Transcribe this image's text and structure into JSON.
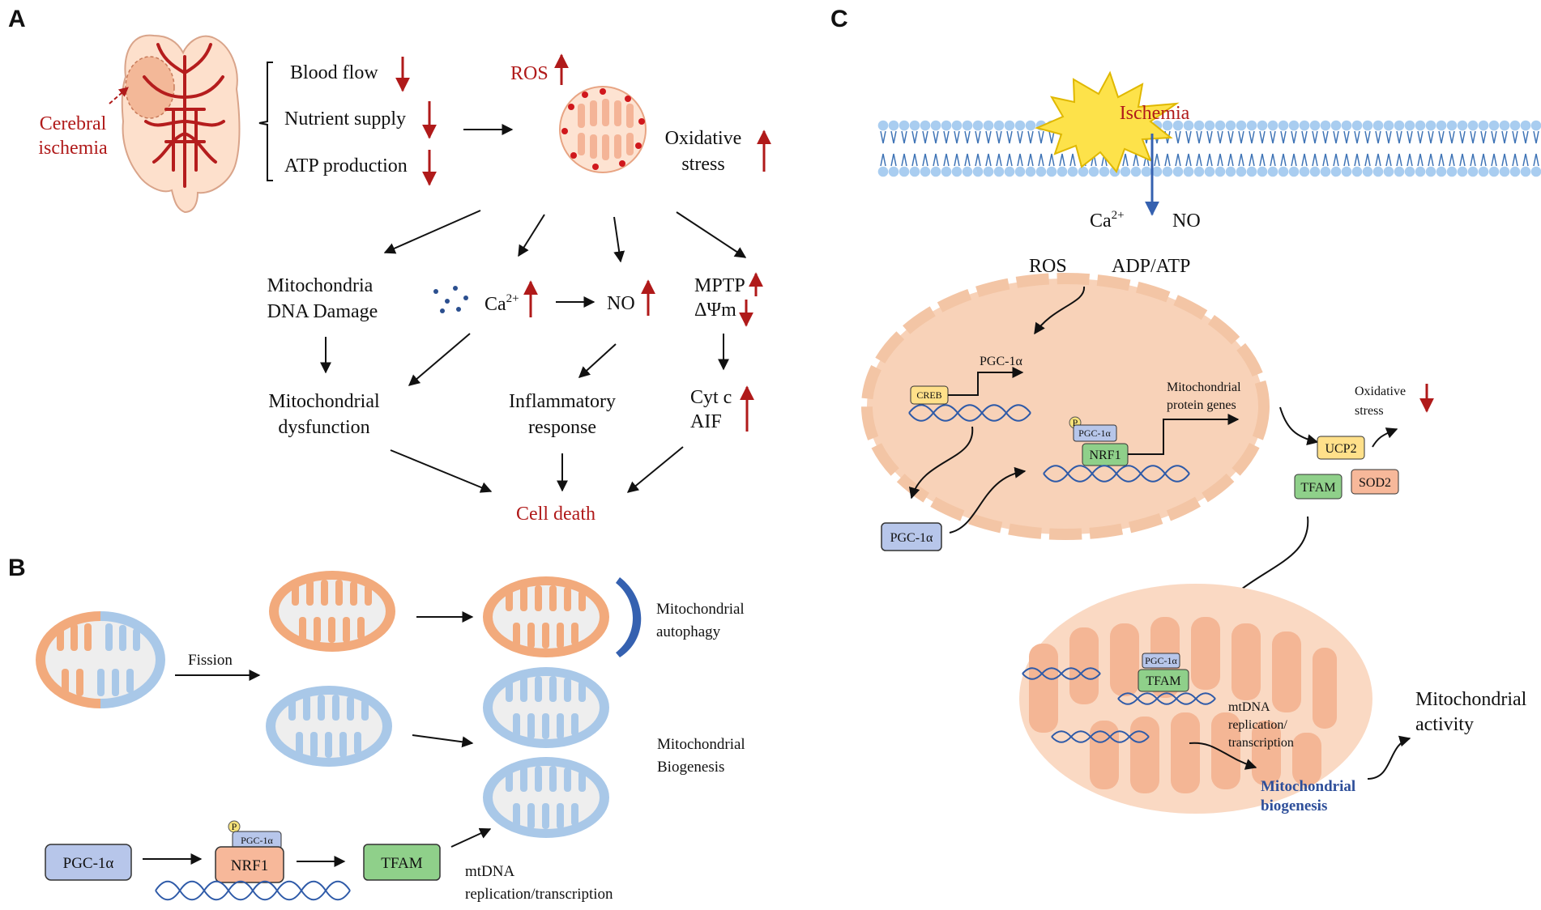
{
  "panels": {
    "a": "A",
    "b": "B",
    "c": "C"
  },
  "panel_a": {
    "cerebral_ischemia": [
      "Cerebral",
      "ischemia"
    ],
    "blood_flow": "Blood flow",
    "nutrient_supply": "Nutrient supply",
    "atp_production": "ATP production",
    "ros": "ROS",
    "oxidative_stress": [
      "Oxidative",
      "stress"
    ],
    "mito_dna_damage": [
      "Mitochondria",
      "DNA Damage"
    ],
    "ca2": "Ca",
    "ca2_sup": "2+",
    "no": "NO",
    "mptp": "MPTP",
    "delta_psi": "ΔΨm",
    "mito_dysfunction": [
      "Mitochondrial",
      "dysfunction"
    ],
    "inflammatory_response": [
      "Inflammatory",
      "response"
    ],
    "cyt_c": "Cyt c",
    "aif": "AIF",
    "cell_death": "Cell death"
  },
  "panel_b": {
    "fission": "Fission",
    "mito_autophagy": [
      "Mitochondrial",
      "autophagy"
    ],
    "mito_biogenesis": [
      "Mitochondrial",
      "Biogenesis"
    ],
    "pgc1a": "PGC-1α",
    "pgc1a_small": "PGC-1α",
    "p": "P",
    "nrf1": "NRF1",
    "tfam": "TFAM",
    "mtdna": [
      "mtDNA",
      "replication/transcription"
    ]
  },
  "panel_c": {
    "ischemia": "Ischemia",
    "ca2": "Ca",
    "ca2_sup": "2+",
    "no": "NO",
    "ros": "ROS",
    "adp_atp": "ADP/ATP",
    "creb": "CREB",
    "pgc1a_gene": "PGC-1α",
    "mito_protein_genes": [
      "Mitochondrial",
      "protein genes"
    ],
    "p": "P",
    "pgc1a_small": "PGC-1α",
    "nrf1": "NRF1",
    "ucp2": "UCP2",
    "tfam": "TFAM",
    "sod2": "SOD2",
    "oxidative_stress": [
      "Oxidative",
      "stress"
    ],
    "pgc1a_box": "PGC-1α",
    "pgc1a_small2": "PGC-1α",
    "tfam2": "TFAM",
    "mtdna": [
      "mtDNA",
      "replication/",
      "transcription"
    ],
    "mito_biogenesis": [
      "Mitochondrial",
      "biogenesis"
    ],
    "mito_activity": [
      "Mitochondrial",
      "activity"
    ]
  },
  "colors": {
    "red": "#b01a1a",
    "orange_mito": "#f3a97c",
    "blue_mito": "#9fc3e6",
    "pgc_box": "#b7c6ea",
    "nrf1_box": "#f7b89a",
    "tfam_box": "#8fd08a",
    "ucp2_box": "#ffe08a",
    "membrane": "#a9cdf0",
    "cell": "#f8d2b8",
    "dna": "#2e5aa8"
  }
}
